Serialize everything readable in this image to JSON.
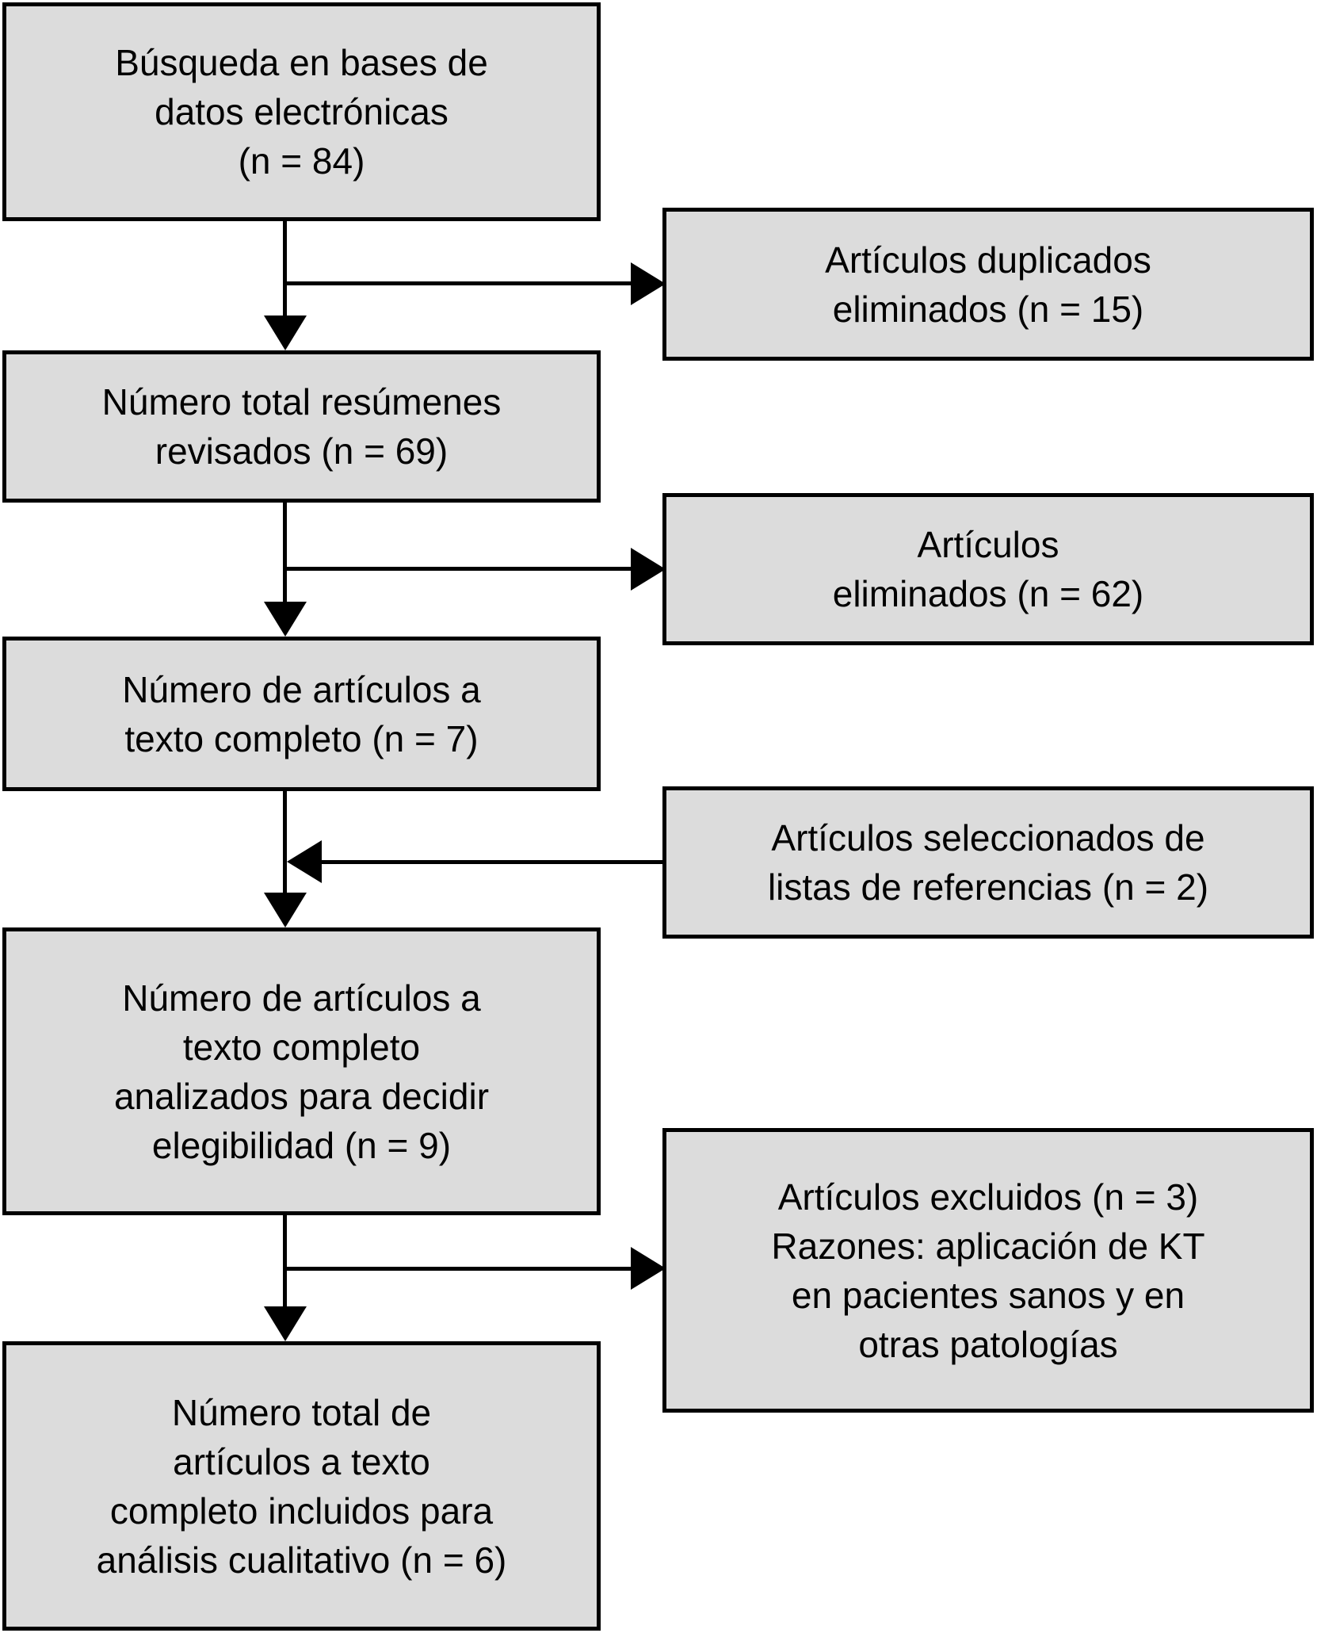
{
  "colors": {
    "box_fill": "#dcdcdc",
    "box_border": "#000000",
    "arrow": "#000000",
    "background": "#ffffff",
    "text": "#000000"
  },
  "boxes": {
    "left": [
      {
        "id": "database-search",
        "lines": [
          "Búsqueda en bases de",
          "datos electrónicas",
          "(n = 84)"
        ]
      },
      {
        "id": "abstracts-reviewed",
        "lines": [
          "Número total resúmenes",
          "revisados (n = 69)"
        ]
      },
      {
        "id": "fulltext-articles",
        "lines": [
          "Número de artículos a",
          "texto completo (n = 7)"
        ]
      },
      {
        "id": "fulltext-analyzed",
        "lines": [
          "Número de artículos a",
          "texto completo",
          "analizados para decidir",
          "elegibilidad (n = 9)"
        ]
      },
      {
        "id": "fulltext-included",
        "lines": [
          "Número total de",
          "artículos a texto",
          "completo incluidos para",
          "análisis cualitativo (n = 6)"
        ]
      }
    ],
    "right": [
      {
        "id": "duplicates-removed",
        "lines": [
          "Artículos duplicados",
          "eliminados (n = 15)"
        ]
      },
      {
        "id": "articles-removed",
        "lines": [
          "Artículos",
          "eliminados (n = 62)"
        ]
      },
      {
        "id": "reference-list-selected",
        "lines": [
          "Artículos seleccionados de",
          "listas de referencias (n = 2)"
        ]
      },
      {
        "id": "articles-excluded",
        "lines": [
          "Artículos excluidos (n = 3)",
          "Razones: aplicación de KT",
          "en pacientes sanos y en",
          "otras patologías"
        ]
      }
    ]
  },
  "connectors": [
    {
      "from": "database-search",
      "to": "abstracts-reviewed",
      "direction": "down"
    },
    {
      "from": "database-search",
      "to": "duplicates-removed",
      "direction": "right"
    },
    {
      "from": "abstracts-reviewed",
      "to": "fulltext-articles",
      "direction": "down"
    },
    {
      "from": "abstracts-reviewed",
      "to": "articles-removed",
      "direction": "right"
    },
    {
      "from": "fulltext-articles",
      "to": "fulltext-analyzed",
      "direction": "down"
    },
    {
      "from": "reference-list-selected",
      "to": "fulltext-analyzed",
      "direction": "left"
    },
    {
      "from": "fulltext-analyzed",
      "to": "fulltext-included",
      "direction": "down"
    },
    {
      "from": "fulltext-analyzed",
      "to": "articles-excluded",
      "direction": "right"
    }
  ]
}
